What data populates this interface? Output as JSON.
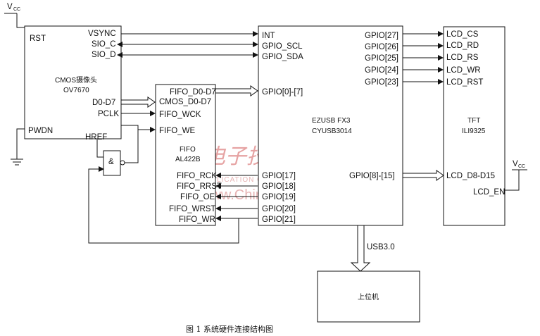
{
  "supply": {
    "left": "V",
    "left_sub": "CC",
    "right": "V",
    "right_sub": "CC"
  },
  "camera": {
    "title1": "CMOS摄像头",
    "title2": "OV7670",
    "rst": "RST",
    "vsync": "VSYNC",
    "sio_c": "SIO_C",
    "sio_d": "SIO_D",
    "d0d7": "D0-D7",
    "pclk": "PCLK",
    "pwdn": "PWDN",
    "href": "HREF"
  },
  "gate": {
    "label": "&"
  },
  "fifo": {
    "title1": "FIFO",
    "title2": "AL422B",
    "pins_left": [
      "FIFO_D0-D7",
      "CMOS_D0-D7",
      "FIFO_WCK",
      "FIFO_WE"
    ],
    "pins_right": [
      "FIFO_RCK",
      "FIFO_RRST",
      "FIFO_OE",
      "FIFO_WRST",
      "FIFO_WR"
    ]
  },
  "fx3": {
    "title1": "EZUSB FX3",
    "title2": "CYUSB3014",
    "pins_left": [
      "INT",
      "GPIO_SCL",
      "GPIO_SDA",
      "GPIO[0]-[7]",
      "GPIO[17]",
      "GPIO[18]",
      "GPIO[19]",
      "GPIO[20]",
      "GPIO[21]"
    ],
    "pins_right": [
      "GPIO[27]",
      "GPIO[26]",
      "GPIO[25]",
      "GPIO[24]",
      "GPIO[23]",
      "GPIO[8]-[15]"
    ]
  },
  "tft": {
    "title1": "TFT",
    "title2": "ILI9325",
    "pins": [
      "LCD_CS",
      "LCD_RD",
      "LCD_RS",
      "LCD_WR",
      "LCD_RST",
      "LCD_D8-D15",
      "LCD_EN"
    ]
  },
  "usb": {
    "label": "USB3.0"
  },
  "host": {
    "label": "上位机"
  },
  "caption": "图 1 系统硬件连接结构图",
  "watermark": {
    "brand": "电子技术应用",
    "tagline": "APPLICATION OF ELECTRONIC TECHNIQUE",
    "url": "www.ChinaAET.com"
  }
}
